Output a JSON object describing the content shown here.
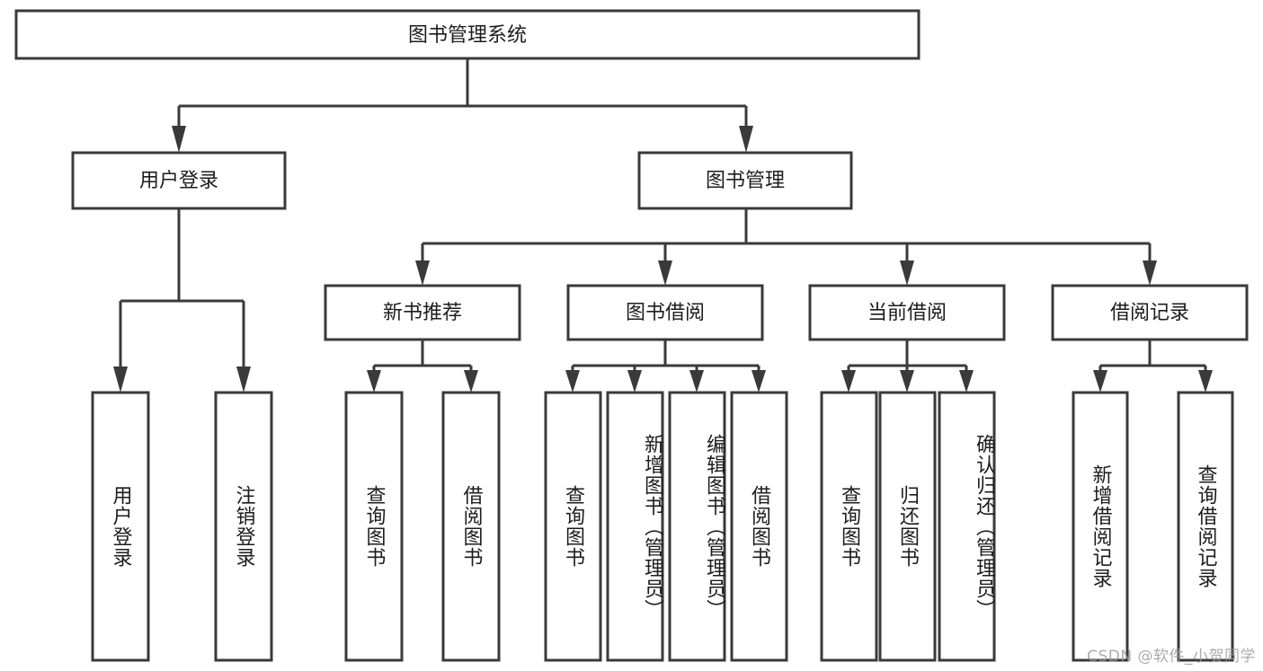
{
  "diagram": {
    "title": "图书管理系统",
    "type": "功能结构图",
    "root": {
      "label": "图书管理系统"
    },
    "level2": [
      {
        "label": "用户登录"
      },
      {
        "label": "图书管理"
      }
    ],
    "level3": [
      {
        "label": "新书推荐"
      },
      {
        "label": "图书借阅"
      },
      {
        "label": "当前借阅"
      },
      {
        "label": "借阅记录"
      }
    ],
    "leaves": {
      "user_login": [
        {
          "label": "用户登录"
        },
        {
          "label": "注销登录"
        }
      ],
      "new_book_recommend": [
        {
          "label": "查询图书"
        },
        {
          "label": "借阅图书"
        }
      ],
      "book_borrow": [
        {
          "label": "查询图书"
        },
        {
          "label": "新增图书（管理员）"
        },
        {
          "label": "编辑图书（管理员）"
        },
        {
          "label": "借阅图书"
        }
      ],
      "current_borrow": [
        {
          "label": "查询图书"
        },
        {
          "label": "归还图书"
        },
        {
          "label": "确认归还（管理员）"
        }
      ],
      "borrow_records": [
        {
          "label": "新增借阅记录"
        },
        {
          "label": "查询借阅记录"
        }
      ]
    }
  },
  "watermark": {
    "text": "CSDN @软件_小贺同学"
  },
  "colors": {
    "stroke": "#3a3a3a",
    "fill": "#ffffff",
    "text": "#1d1d1d",
    "watermark": "#9a9a9a"
  }
}
